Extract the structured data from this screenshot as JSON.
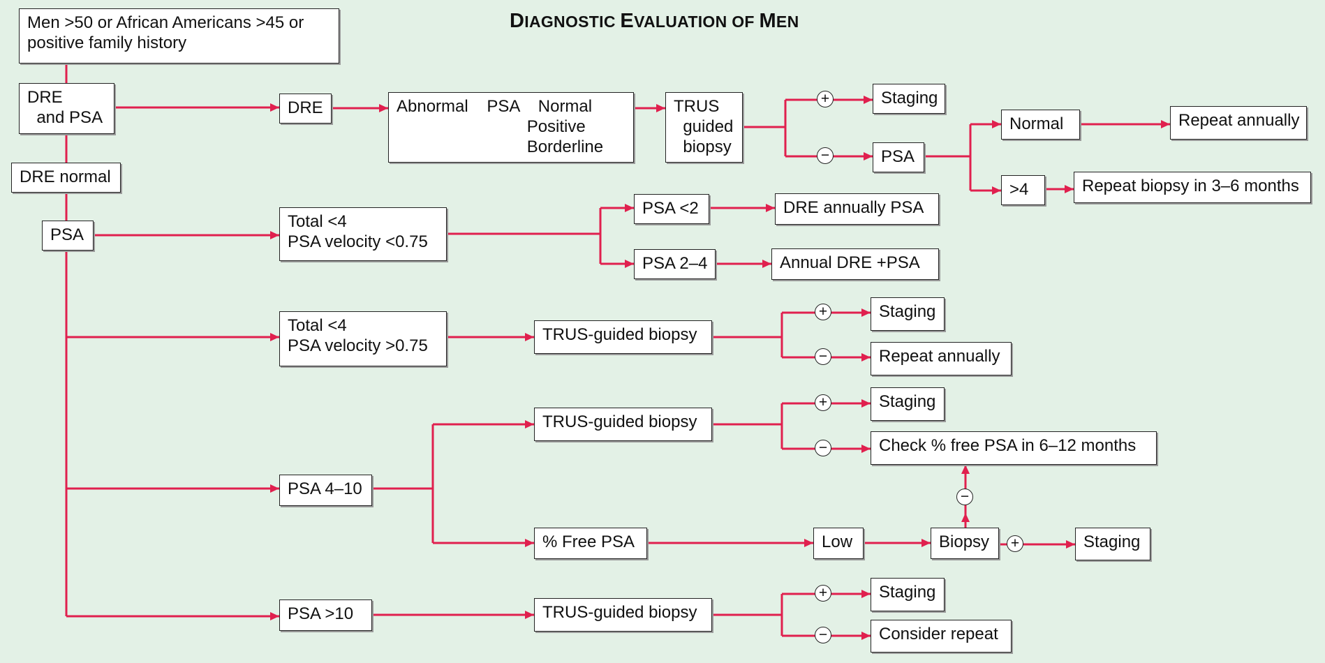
{
  "title": {
    "first": "D",
    "rest1": "IAGNOSTIC ",
    "second": "E",
    "rest2": "VALUATION OF ",
    "third": "M",
    "rest3": "EN"
  },
  "colors": {
    "background": "#e3f1e6",
    "connector": "#e0204e",
    "box_border": "#222222"
  },
  "signs": {
    "positive": "+",
    "negative": "−"
  },
  "boxes": {
    "entry": "Men >50 or African Americans >45 or\npositive family history",
    "dre_and_psa": "DRE\n  and PSA",
    "dre": "DRE",
    "results": "Abnormal    PSA    Normal\n                            Positive\n                            Borderline",
    "trus_guided_biopsy_1": "TRUS\n  guided\n  biopsy",
    "staging_1": "Staging",
    "psa_followup": "PSA",
    "normal": "Normal",
    "repeat_annually_1": "Repeat annually",
    "greater_4": ">4",
    "repeat_biopsy": "Repeat biopsy in 3–6 months",
    "dre_normal": "DRE normal",
    "psa": "PSA",
    "total_lt4_velocity_lt": "Total <4\nPSA velocity <0.75",
    "psa_lt2": "PSA <2",
    "dre_annually_psa": "DRE annually PSA",
    "psa_2_4": "PSA 2–4",
    "annual_dre_psa": "Annual DRE +PSA",
    "total_lt4_velocity_gt": "Total <4\nPSA velocity >0.75",
    "trus_biopsy_2": "TRUS-guided biopsy",
    "staging_2": "Staging",
    "repeat_annually_2": "Repeat annually",
    "psa_4_10": "PSA 4–10",
    "trus_biopsy_3": "TRUS-guided biopsy",
    "staging_3": "Staging",
    "check_free_psa": "Check % free PSA in 6–12 months",
    "free_psa": "% Free PSA",
    "low": "Low",
    "biopsy": "Biopsy",
    "staging_4": "Staging",
    "psa_gt10": "PSA >10",
    "trus_biopsy_4": "TRUS-guided biopsy",
    "staging_5": "Staging",
    "consider_repeat": "Consider repeat"
  }
}
